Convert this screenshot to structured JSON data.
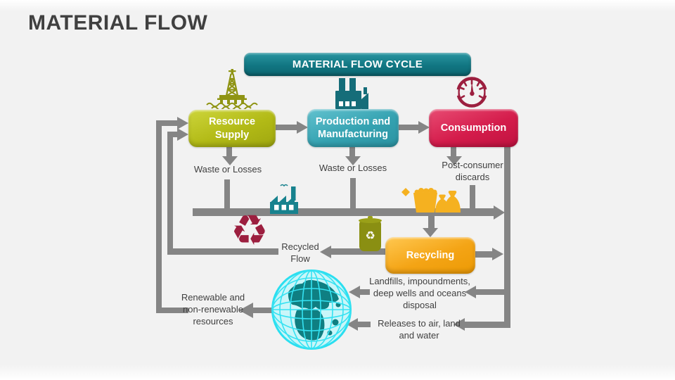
{
  "title": "MATERIAL FLOW",
  "banner": {
    "label": "MATERIAL FLOW CYCLE"
  },
  "boxes": {
    "resource_supply": {
      "label": "Resource Supply"
    },
    "production": {
      "label": "Production and Manufacturing"
    },
    "consumption": {
      "label": "Consumption"
    },
    "recycling": {
      "label": "Recycling"
    }
  },
  "flow_labels": {
    "waste_left": "Waste or Losses",
    "waste_right": "Waste or Losses",
    "post_consumer": "Post-consumer discards",
    "recycled_flow": "Recycled Flow",
    "landfills": "Landfills, impoundments, deep wells and oceans disposal",
    "releases": "Releases to air, land and water",
    "renewable": "Renewable and non-renewable resources"
  },
  "icons": {
    "recycle_glyph": "♻",
    "bin_glyph": "♻",
    "oil_rig": "oil-rig",
    "factory": "factory",
    "gauge": "consumption-gauge",
    "waste_factory": "waste-factory",
    "trash_bags": "trash-bags",
    "recycle_bin": "recycle-bin",
    "globe": "globe-earth"
  },
  "colors": {
    "banner_teal": "#117682",
    "resource_green": "#b2ba16",
    "production_teal": "#35a2b1",
    "consumption_red": "#d41c4b",
    "recycling_amber": "#f4a415",
    "connector_gray": "#858585",
    "icon_olive": "#8f9414",
    "icon_dark_teal": "#156d79",
    "icon_teal": "#17828e",
    "icon_crimson": "#9c1f3f",
    "icon_amber": "#f5b120",
    "globe_cyan": "#2bdff0",
    "title_gray": "#404040"
  }
}
